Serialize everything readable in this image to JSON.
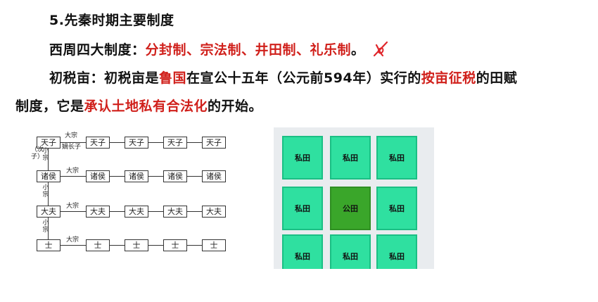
{
  "heading": "5.先秦时期主要制度",
  "zhou": {
    "label": "西周四大制度：",
    "systems": "分封制、宗法制、井田制、礼乐制",
    "end": "。"
  },
  "tax": {
    "p1": "初税亩：初税亩是",
    "p2": "鲁国",
    "p3": "在宣公十五年（公元前594年）实行的",
    "p4": "按亩征税",
    "p5": "的田赋",
    "p6": "制度，它是",
    "p7": "承认土地私有合法化",
    "p8": "的开始。"
  },
  "lineage": {
    "rows": [
      [
        "天子",
        "天子",
        "天子",
        "天子",
        "天子"
      ],
      [
        "诸侯",
        "诸侯",
        "诸侯",
        "诸侯",
        "诸侯"
      ],
      [
        "大夫",
        "大夫",
        "大夫",
        "大夫",
        "大夫"
      ],
      [
        "士",
        "士",
        "士",
        "士",
        "士"
      ]
    ],
    "dazong": "大宗",
    "dizhangzi": "嫡长子",
    "xiaozong": "小宗",
    "cizi": "（次子）"
  },
  "well_field": {
    "private": "私田",
    "public": "公田"
  },
  "colors": {
    "accent_red": "#d0201b",
    "private_field": "#2fe0a0",
    "public_field": "#3aa62a"
  }
}
